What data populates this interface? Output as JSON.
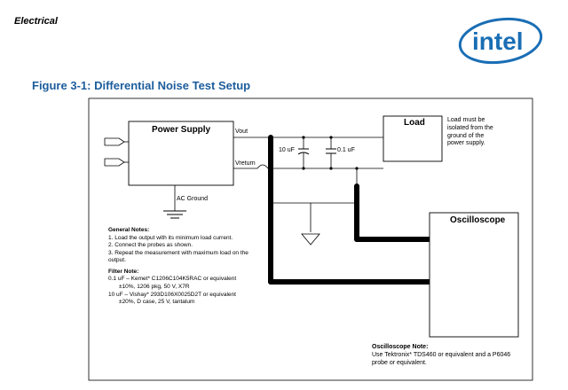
{
  "header": {
    "section": "Electrical",
    "logo_text": "intel"
  },
  "figure": {
    "title": "Figure 3-1: Differential Noise Test Setup",
    "labels": {
      "power_supply": "Power Supply",
      "vout": "Vout",
      "vreturn": "Vreturn",
      "ac_ground": "AC Ground",
      "cap1": "10 uF",
      "cap2": "0.1 uF",
      "load": "Load",
      "oscilloscope": "Oscilloscope"
    },
    "load_note": [
      "Load must be",
      "isolated from the",
      "ground of the",
      "power supply."
    ],
    "general_notes": {
      "heading": "General Notes:",
      "items": [
        "1. Load the output with its minimum load current.",
        "2. Connect the probes as shown.",
        "3. Repeat the measurement with maximum load on the",
        "output."
      ]
    },
    "filter_note": {
      "heading": "Filter Note:",
      "items": [
        "0.1 uF – Kemet* C1206C104K5RAC or equivalent",
        "±10%, 1206 pkg, 50 V, X7R",
        "10 uF – Vishay* 293D106X0025D2T or equivalent",
        "±20%, D case, 25 V, tantalum"
      ]
    },
    "scope_note": {
      "heading": "Oscilloscope Note:",
      "items": [
        "Use Tektronix* TDS460 or equivalent and a P6046",
        "probe or equivalent."
      ]
    }
  },
  "colors": {
    "title": "#1c5d9c",
    "logo": "#1a6eb5"
  }
}
